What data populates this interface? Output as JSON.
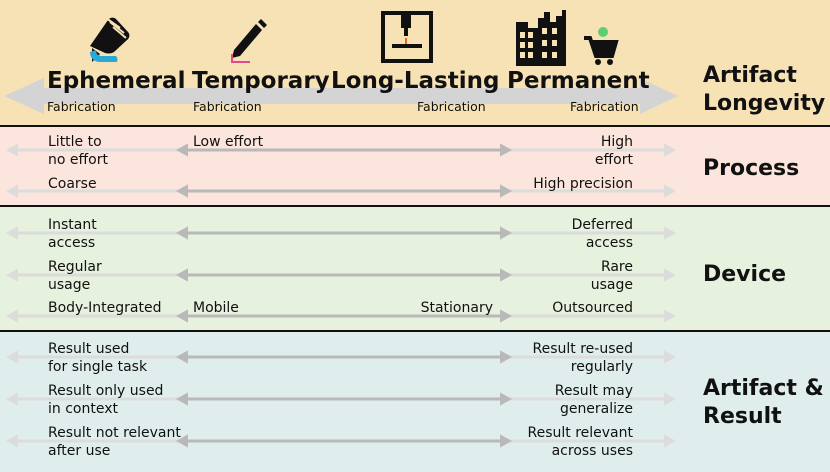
{
  "header": {
    "columns": [
      {
        "title": "Ephemeral",
        "sub": "Fabrication",
        "icon": "hand-fabrication-icon"
      },
      {
        "title": "Temporary",
        "sub": "Fabrication",
        "icon": "pen-icon"
      },
      {
        "title": "Long-Lasting",
        "sub": "Fabrication",
        "icon": "3d-printer-icon"
      },
      {
        "title": "Permanent",
        "sub": "Fabrication",
        "icon": "factory-cart-icon"
      }
    ],
    "section_title": "Artifact\nLongevity"
  },
  "process": {
    "title": "Process",
    "rows": [
      {
        "left": "Little to\nno effort",
        "mid_left": "Low effort",
        "mid_right": "",
        "right": "High\neffort"
      },
      {
        "left": "Coarse",
        "mid_left": "",
        "mid_right": "",
        "right": "High precision"
      }
    ]
  },
  "device": {
    "title": "Device",
    "rows": [
      {
        "left": "Instant\naccess",
        "mid_left": "",
        "mid_right": "",
        "right": "Deferred\naccess"
      },
      {
        "left": "Regular\nusage",
        "mid_left": "",
        "mid_right": "",
        "right": "Rare\nusage"
      },
      {
        "left": "Body-Integrated",
        "mid_left": "Mobile",
        "mid_right": "Stationary",
        "right": "Outsourced"
      }
    ]
  },
  "result": {
    "title": "Artifact &\nResult",
    "rows": [
      {
        "left": "Result used\nfor single task",
        "mid_left": "",
        "mid_right": "",
        "right": "Result re-used\nregularly"
      },
      {
        "left": "Result only used\nin context",
        "mid_left": "",
        "mid_right": "",
        "right": "Result may\ngeneralize"
      },
      {
        "left": "Result not relevant\nafter use",
        "mid_left": "",
        "mid_right": "",
        "right": "Result relevant\nacross uses"
      }
    ]
  },
  "colors": {
    "header_bg": "#f7e2b6",
    "process_bg": "#fbe5dc",
    "device_bg": "#e6f1de",
    "result_bg": "#dfeeed",
    "arrow_light": "#dcdcdc",
    "arrow_dark": "#b9b9b9",
    "accent_cyan": "#29a9d6",
    "accent_pink": "#e2478f",
    "accent_green": "#5ccf70"
  }
}
